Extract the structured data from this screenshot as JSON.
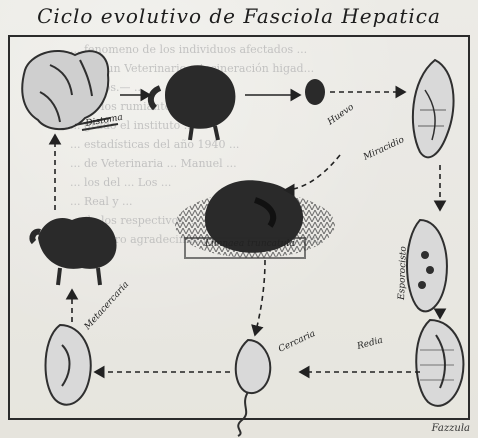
{
  "title": "Ciclo evolutivo de Fasciola Hepatica",
  "stage_labels": {
    "huevo": "Huevo",
    "miracidio": "Miracidio",
    "esporocisto": "Esporocisto",
    "redia": "Redia",
    "cercaria": "Cercaria",
    "metacercaria": "Metacercaria",
    "limnea": "Limnaea truncatula",
    "higado": "Distoma"
  },
  "bleed_text": "... fenomeno de los individuos afectados ...\n... por un Veterinario e incineración higad...\n... sticos.— ...\n... de los rumiantes de...\n... grado el instituto ...\n... estadísticas del año 1940 ...\n... de Veterinaria ... Manuel ...\n... los del ... Los ...\n... Real y ...\n... de los respectivos ...\n... nuestro agradecimiento por su aportación.",
  "signature": "Fazzula"
}
